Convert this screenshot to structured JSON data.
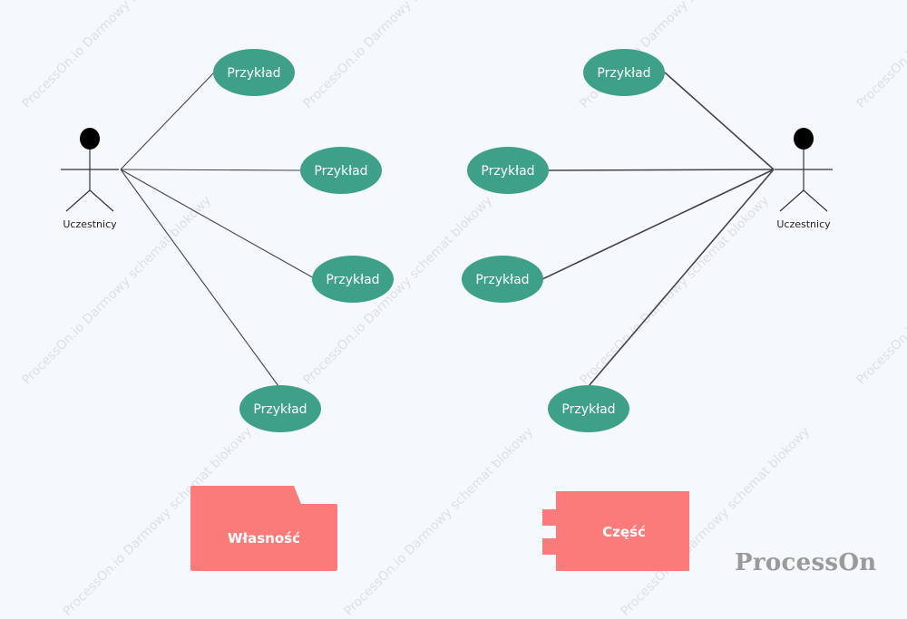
{
  "colors": {
    "usecase_fill": "#3fa08a",
    "block_fill": "#fb7b7b",
    "line_color": "#444444",
    "actor_color": "#000000"
  },
  "actors": {
    "left_label": "Uczestnicy",
    "right_label": "Uczestnicy"
  },
  "use_cases": [
    {
      "label": "Przykład"
    },
    {
      "label": "Przykład"
    },
    {
      "label": "Przykład"
    },
    {
      "label": "Przykład"
    },
    {
      "label": "Przykład"
    },
    {
      "label": "Przykład"
    },
    {
      "label": "Przykład"
    },
    {
      "label": "Przykład"
    }
  ],
  "blocks": {
    "package_label": "Własność",
    "component_label": "Część"
  },
  "brand": "ProcessOn",
  "watermark": "ProcessOn.io Darmowy schemat blokowy"
}
